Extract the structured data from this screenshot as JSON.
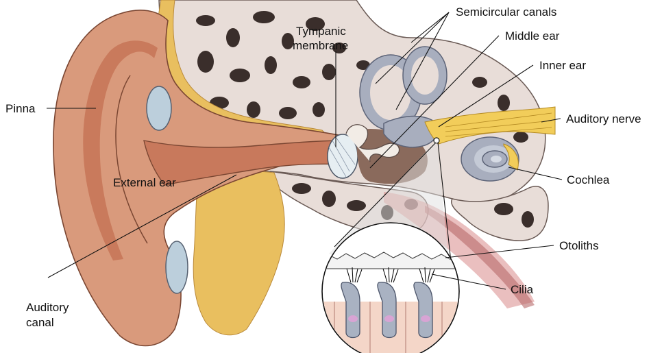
{
  "labels": {
    "semicircular_canals": "Semicircular canals",
    "tympanic_line1": "Tympanic",
    "tympanic_line2": "membrane",
    "middle_ear": "Middle ear",
    "inner_ear": "Inner ear",
    "pinna": "Pinna",
    "auditory_nerve": "Auditory nerve",
    "external_ear": "External ear",
    "cochlea": "Cochlea",
    "otoliths": "Otoliths",
    "cilia": "Cilia",
    "auditory_canal_line1": "Auditory",
    "auditory_canal_line2": "canal"
  },
  "colors": {
    "skin": "#d99a7c",
    "bone": "#e8ddd8",
    "fat": "#e9bf5f",
    "canals": "#a8aebe",
    "nerve": "#f2cd5a"
  }
}
